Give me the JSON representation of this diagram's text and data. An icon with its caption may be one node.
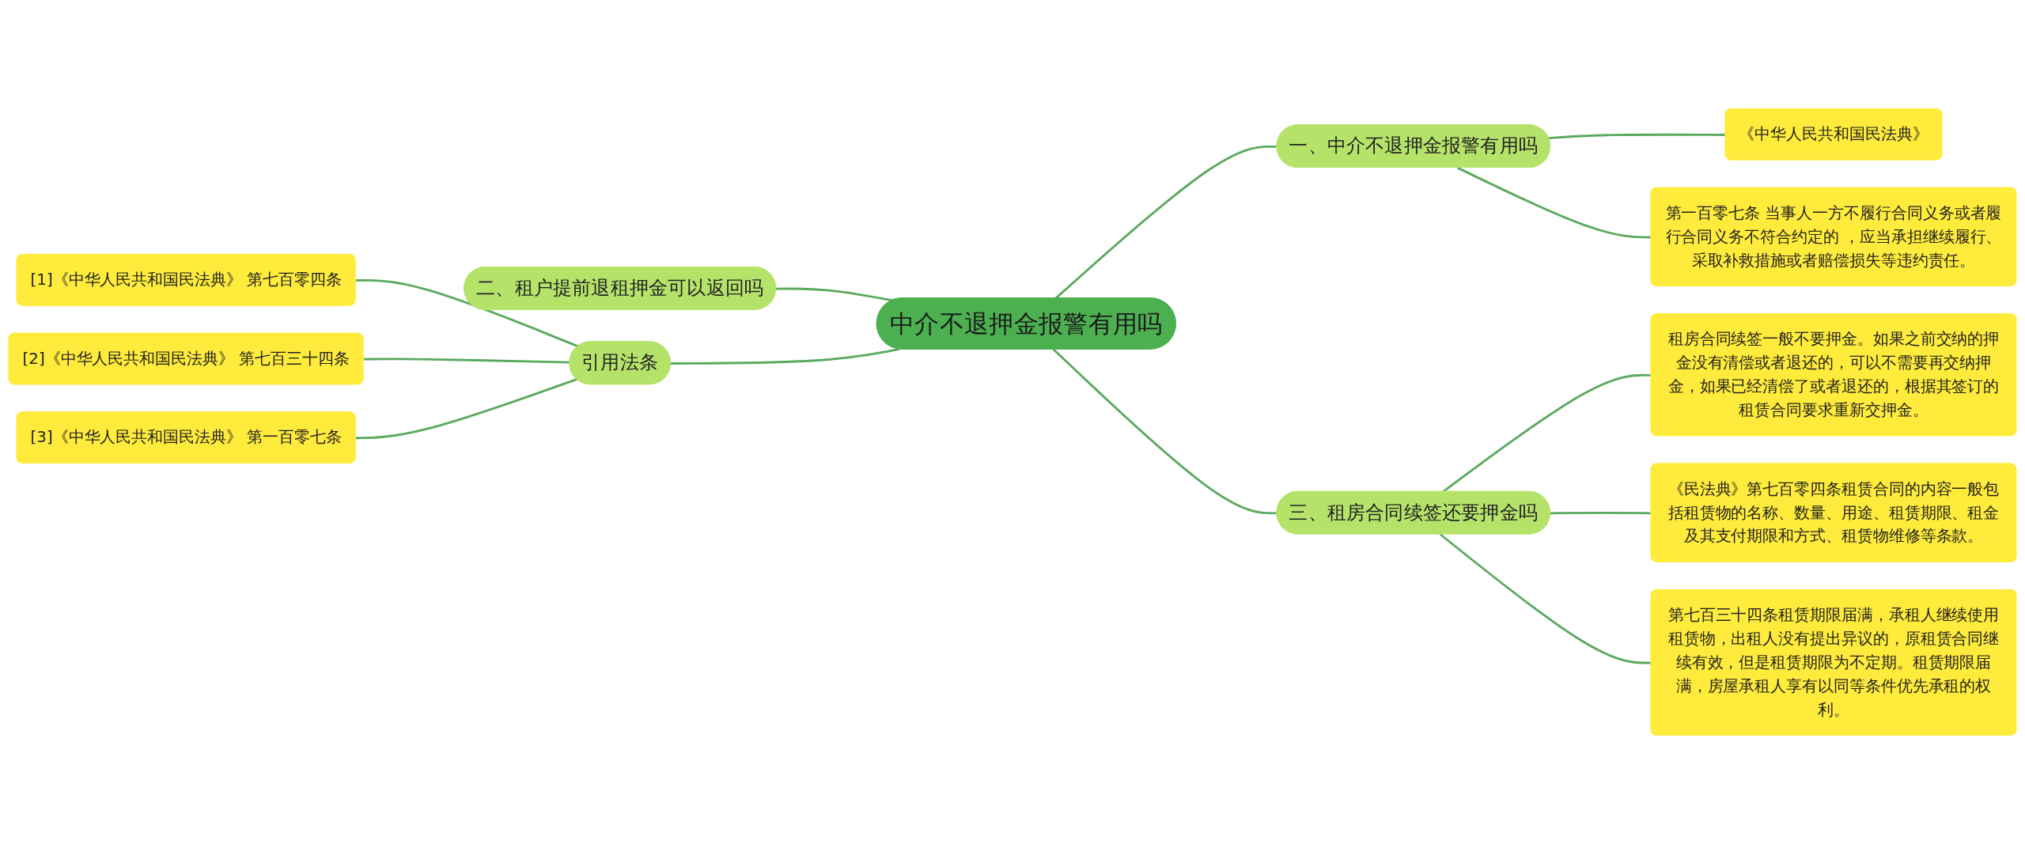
{
  "diagram": {
    "nodes": [
      {
        "text": [
          "中介不退押金报警有用吗"
        ]
      },
      {
        "text": [
          "一、中介不退押金报警有用吗"
        ]
      },
      {
        "text": [
          "《中华人民共和国民法典》"
        ]
      },
      {
        "text": [
          "第一百零七条 当事人一方不履行合同义务或者履行合同义务不符合约定的 ，应当承担继续履行、采取补救措施或者赔偿损失等违约责任。"
        ]
      },
      {
        "text": [
          "二、租户提前退租押金可以返回吗"
        ]
      },
      {
        "text": [
          "三、租房合同续签还要押金吗"
        ]
      },
      {
        "text": [
          "租房合同续签一般不要押金。如果之前交纳的押金没有清偿或者退还的，可以不需要再交纳押金，如果已经清偿了或者退还的，根据其签订的租赁合同要求重新交押金。"
        ]
      },
      {
        "text": [
          "《民法典》第七百零四条租赁合同的内容一般包括租赁物的名称、数量、用途、租赁期限、租金及其支付期限和方式、租赁物维修等条款。"
        ]
      },
      {
        "text": [
          "第七百三十四条租赁期限届满，承租人继续使用租赁物，出租人没有提出异议的，原租赁合同继续有效，但是租赁期限为不定期。租赁期限届满，房屋承租人享有以同等条件优先承租的权利。"
        ]
      },
      {
        "text": [
          "引用法条"
        ]
      },
      {
        "text": [
          "[1]《中华人民共和国民法典》 第七百零四条"
        ]
      },
      {
        "text": [
          "[2]《中华人民共和国民法典》 第七百三十四条"
        ]
      },
      {
        "text": [
          "[3]《中华人民共和国民法典》 第一百零七条"
        ]
      }
    ],
    "edges": [
      {
        "from": 0,
        "to": 1,
        "arrow": "none"
      },
      {
        "from": 1,
        "to": 2,
        "arrow": "none"
      },
      {
        "from": 1,
        "to": 3,
        "arrow": "none"
      },
      {
        "from": 0,
        "to": 4,
        "arrow": "none"
      },
      {
        "from": 0,
        "to": 5,
        "arrow": "none"
      },
      {
        "from": 5,
        "to": 6,
        "arrow": "none"
      },
      {
        "from": 5,
        "to": 7,
        "arrow": "none"
      },
      {
        "from": 5,
        "to": 8,
        "arrow": "none"
      },
      {
        "from": 0,
        "to": 9,
        "arrow": "none"
      },
      {
        "from": 9,
        "to": 10,
        "arrow": "none"
      },
      {
        "from": 9,
        "to": 11,
        "arrow": "none"
      },
      {
        "from": 9,
        "to": 12,
        "arrow": "none"
      }
    ]
  }
}
